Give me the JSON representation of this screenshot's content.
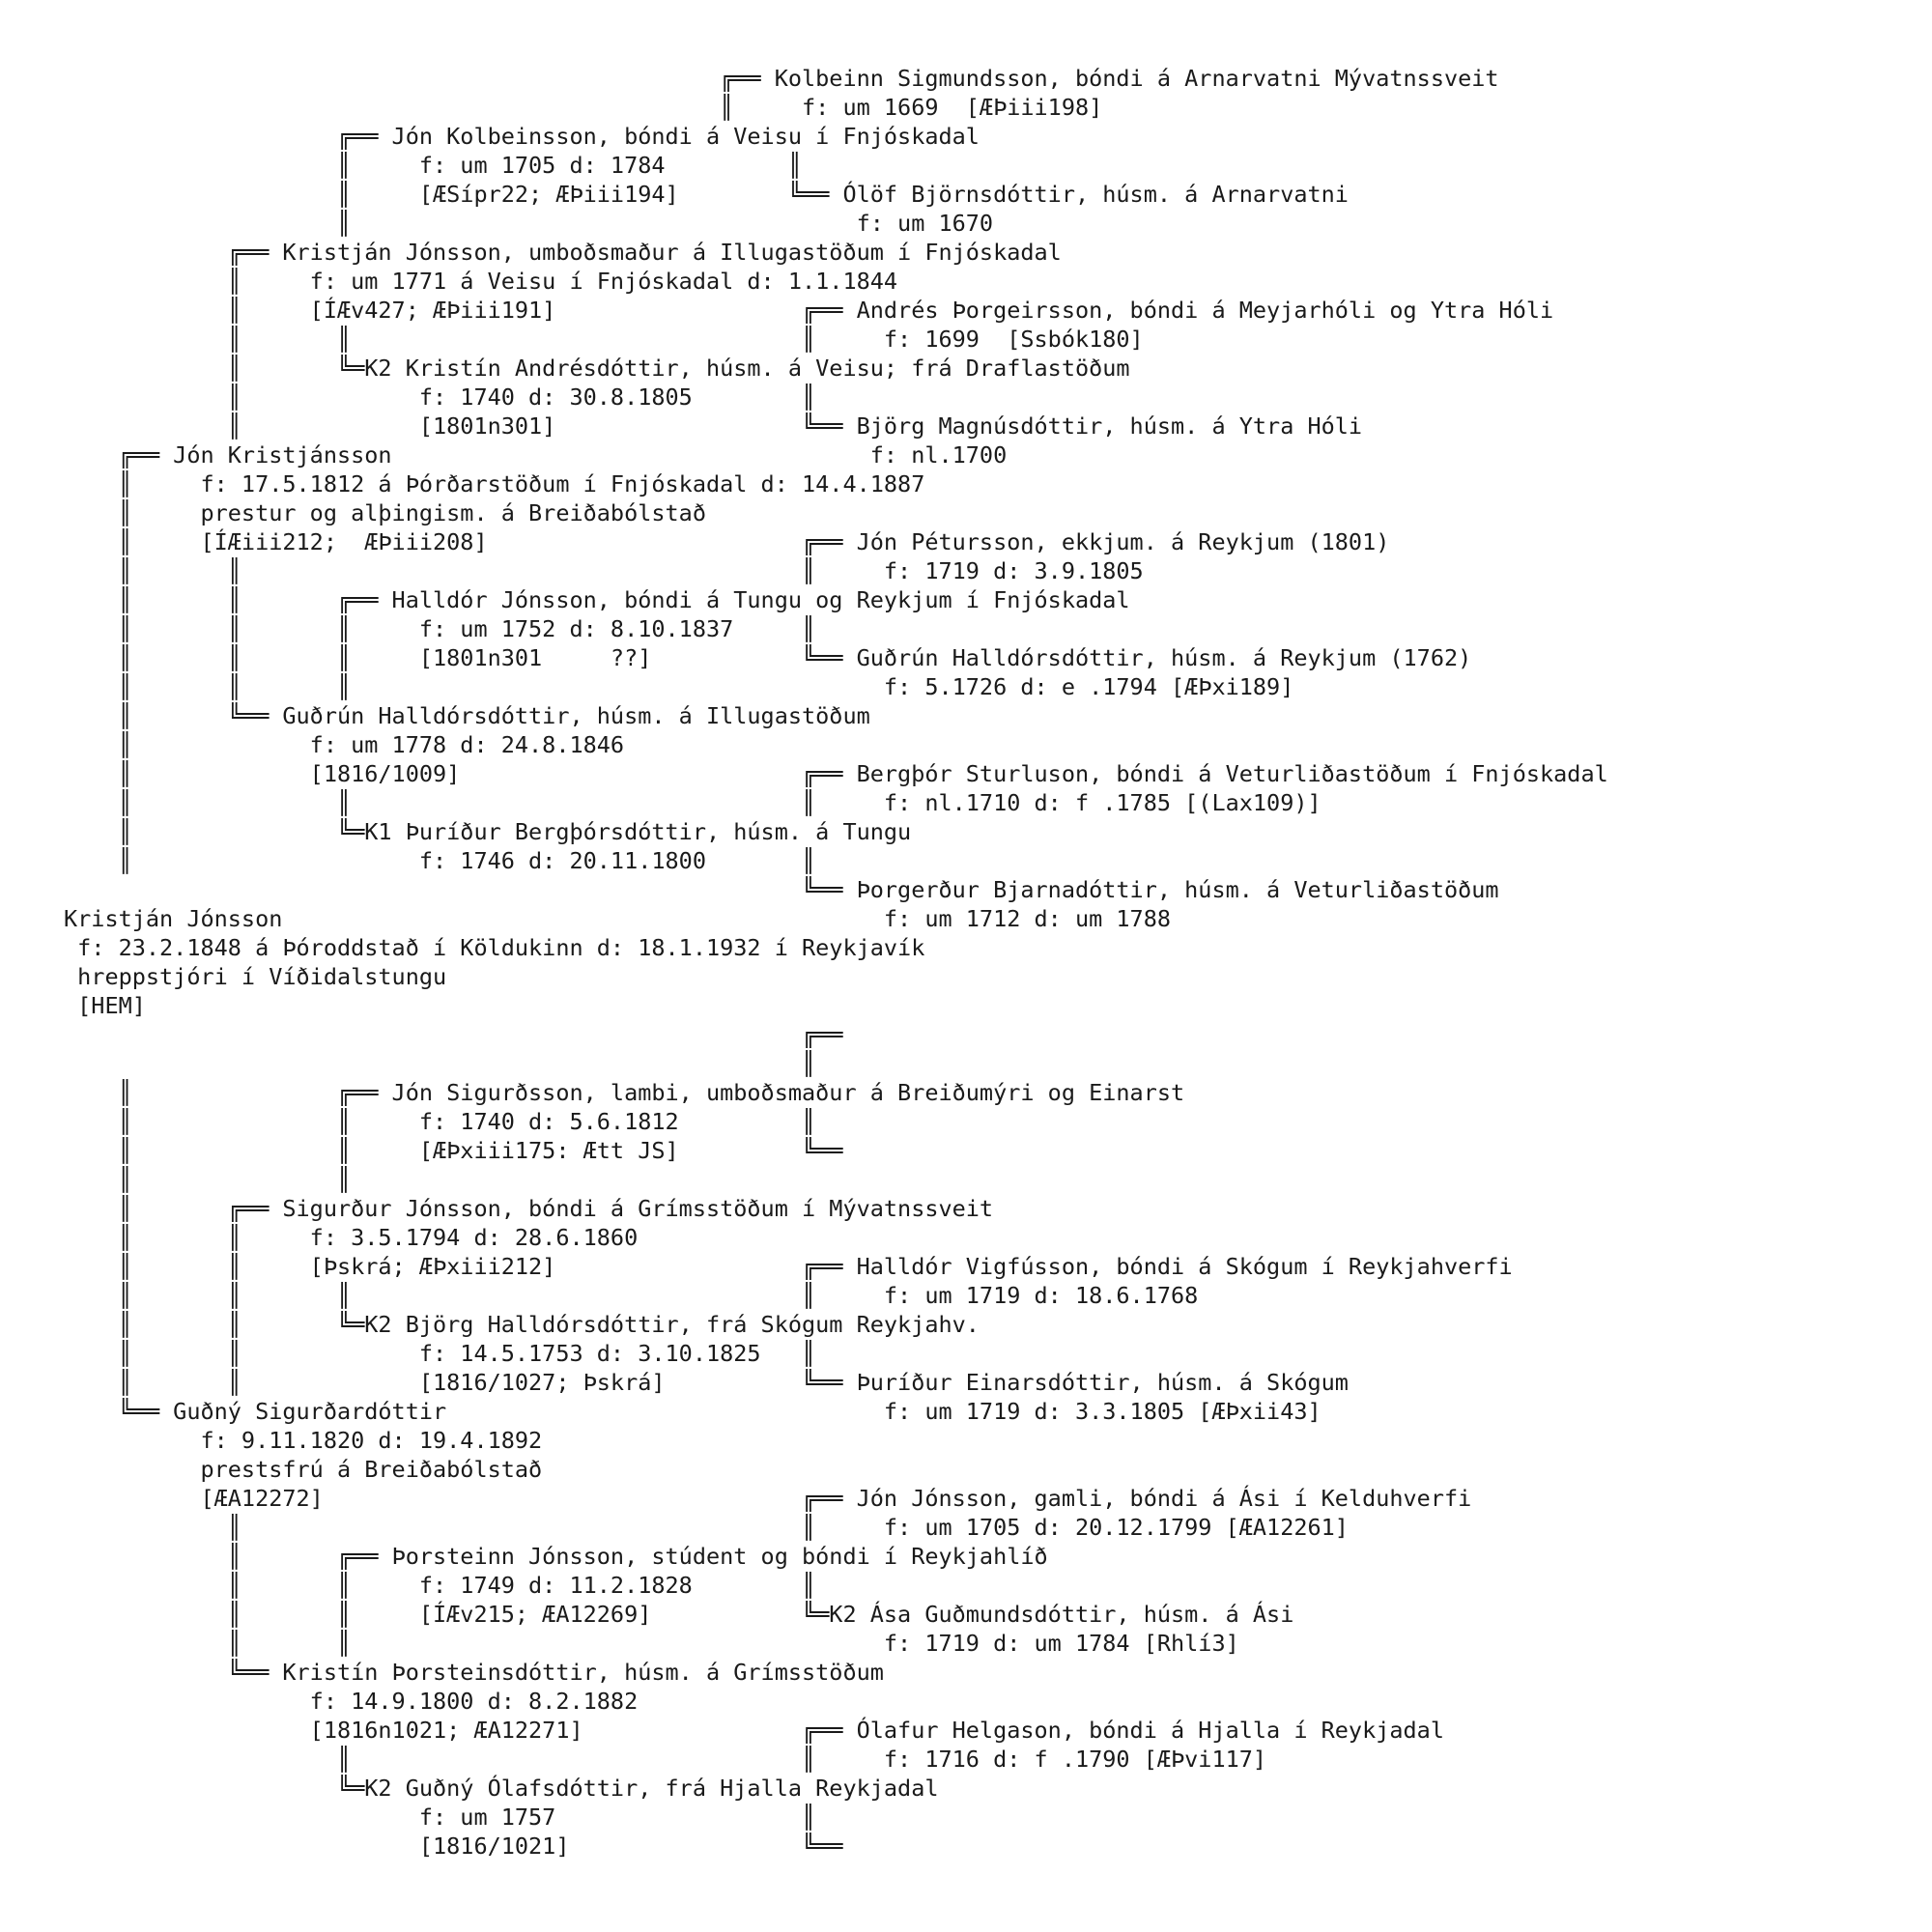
{
  "tree_lines": [
    "                                                ╔══ Kolbeinn Sigmundsson, bóndi á Arnarvatni Mývatnssveit",
    "                                                ║     f: um 1669  [ÆÞiii198]",
    "                    ╔══ Jón Kolbeinsson, bóndi á Veisu í Fnjóskadal",
    "                    ║     f: um 1705 d: 1784         ║",
    "                    ║     [ÆSípr22; ÆÞiii194]        ╚══ Ólöf Björnsdóttir, húsm. á Arnarvatni",
    "                    ║                                     f: um 1670",
    "            ╔══ Kristján Jónsson, umboðsmaður á Illugastöðum í Fnjóskadal",
    "            ║     f: um 1771 á Veisu í Fnjóskadal d: 1.1.1844",
    "            ║     [ÍÆv427; ÆÞiii191]                  ╔══ Andrés Þorgeirsson, bóndi á Meyjarhóli og Ytra Hóli",
    "            ║       ║                                 ║     f: 1699  [Ssbók180]",
    "            ║       ╚═K2 Kristín Andrésdóttir, húsm. á Veisu; frá Draflastöðum",
    "            ║             f: 1740 d: 30.8.1805        ║",
    "            ║             [1801n301]                  ╚══ Björg Magnúsdóttir, húsm. á Ytra Hóli",
    "    ╔══ Jón Kristjánsson                                   f: nl.1700",
    "    ║     f: 17.5.1812 á Þórðarstöðum í Fnjóskadal d: 14.4.1887",
    "    ║     prestur og alþingism. á Breiðabólstað",
    "    ║     [ÍÆiii212;  ÆÞiii208]                       ╔══ Jón Pétursson, ekkjum. á Reykjum (1801)",
    "    ║       ║                                         ║     f: 1719 d: 3.9.1805",
    "    ║       ║       ╔══ Halldór Jónsson, bóndi á Tungu og Reykjum í Fnjóskadal",
    "    ║       ║       ║     f: um 1752 d: 8.10.1837     ║",
    "    ║       ║       ║     [1801n301     ??]           ╚══ Guðrún Halldórsdóttir, húsm. á Reykjum (1762)",
    "    ║       ║       ║                                       f: 5.1726 d: e .1794 [ÆÞxi189]",
    "    ║       ╚══ Guðrún Halldórsdóttir, húsm. á Illugastöðum",
    "    ║             f: um 1778 d: 24.8.1846",
    "    ║             [1816/1009]                         ╔══ Bergþór Sturluson, bóndi á Veturliðastöðum í Fnjóskadal",
    "    ║               ║                                 ║     f: nl.1710 d: f .1785 [(Lax109)]",
    "    ║               ╚═K1 Þuríður Bergþórsdóttir, húsm. á Tungu",
    "    ║                     f: 1746 d: 20.11.1800       ║",
    "                                                      ╚══ Þorgerður Bjarnadóttir, húsm. á Veturliðastöðum",
    "Kristján Jónsson                                            f: um 1712 d: um 1788",
    " f: 23.2.1848 á Þóroddstað í Köldukinn d: 18.1.1932 í Reykjavík",
    " hreppstjóri í Víðidalstungu",
    " [HEM]",
    "                                                      ╔══",
    "                                                      ║",
    "    ║               ╔══ Jón Sigurðsson, lambi, umboðsmaður á Breiðumýri og Einarst",
    "    ║               ║     f: 1740 d: 5.6.1812         ║",
    "    ║               ║     [ÆÞxiii175: Ætt JS]         ╚══",
    "    ║               ║",
    "    ║       ╔══ Sigurður Jónsson, bóndi á Grímsstöðum í Mývatnssveit",
    "    ║       ║     f: 3.5.1794 d: 28.6.1860",
    "    ║       ║     [Þskrá; ÆÞxiii212]                  ╔══ Halldór Vigfússon, bóndi á Skógum í Reykjahverfi",
    "    ║       ║       ║                                 ║     f: um 1719 d: 18.6.1768",
    "    ║       ║       ╚═K2 Björg Halldórsdóttir, frá Skógum Reykjahv.",
    "    ║       ║             f: 14.5.1753 d: 3.10.1825   ║",
    "    ║       ║             [1816/1027; Þskrá]          ╚══ Þuríður Einarsdóttir, húsm. á Skógum",
    "    ╚══ Guðný Sigurðardóttir                                f: um 1719 d: 3.3.1805 [ÆÞxii43]",
    "          f: 9.11.1820 d: 19.4.1892",
    "          prestsfrú á Breiðabólstað",
    "          [ÆA12272]                                   ╔══ Jón Jónsson, gamli, bóndi á Ási í Kelduhverfi",
    "            ║                                         ║     f: um 1705 d: 20.12.1799 [ÆA12261]",
    "            ║       ╔══ Þorsteinn Jónsson, stúdent og bóndi í Reykjahlíð",
    "            ║       ║     f: 1749 d: 11.2.1828        ║",
    "            ║       ║     [ÍÆv215; ÆA12269]           ╚═K2 Ása Guðmundsdóttir, húsm. á Ási",
    "            ║       ║                                       f: 1719 d: um 1784 [Rhlí3]",
    "            ╚══ Kristín Þorsteinsdóttir, húsm. á Grímsstöðum",
    "                  f: 14.9.1800 d: 8.2.1882",
    "                  [1816n1021; ÆA12271]                ╔══ Ólafur Helgason, bóndi á Hjalla í Reykjadal",
    "                    ║                                 ║     f: 1716 d: f .1790 [ÆÞvi117]",
    "                    ╚═K2 Guðný Ólafsdóttir, frá Hjalla Reykjadal",
    "                          f: um 1757                  ║",
    "                          [1816/1021]                 ╚══"
  ]
}
